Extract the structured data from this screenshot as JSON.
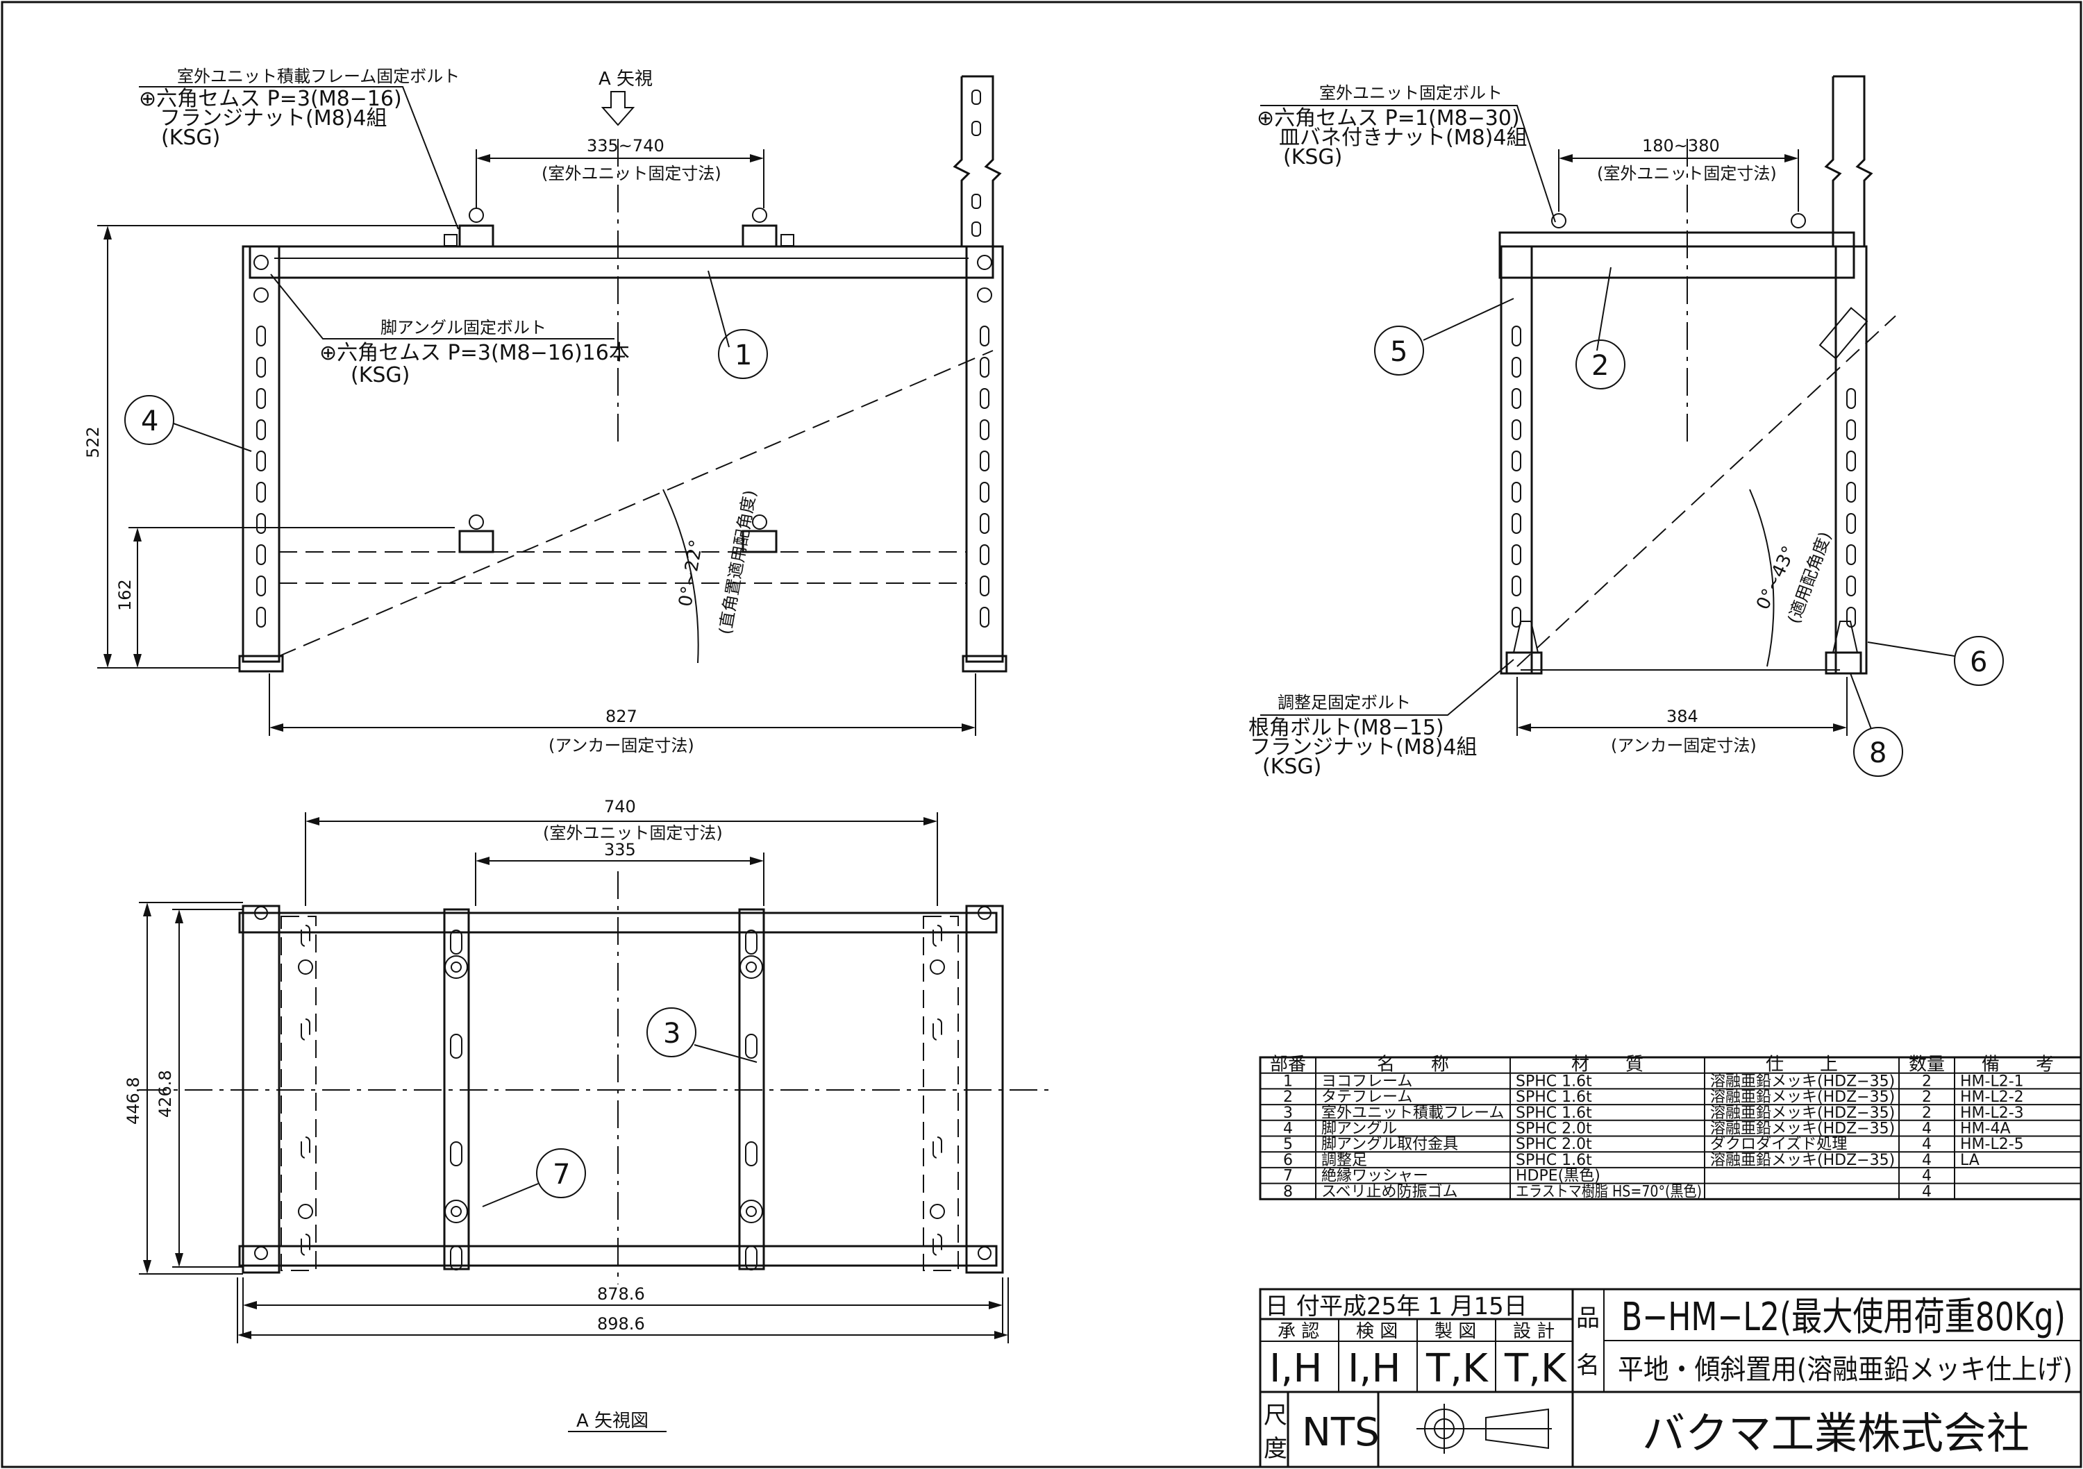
{
  "front_view": {
    "unit_bolt_label": "室外ユニット積載フレーム固定ボルト",
    "unit_bolt_spec1": "⊕六角セムス P=3(M8−16)",
    "unit_bolt_spec2": "フランジナット(M8)4組",
    "unit_bolt_spec3": "(KSG)",
    "arrow_view": "A 矢視",
    "dim_unit_range": "335~740",
    "dim_unit_caption": "(室外ユニット固定寸法)",
    "leg_bolt_label": "脚アングル固定ボルト",
    "leg_bolt_spec1": "⊕六角セムス P=3(M8−16)16本",
    "leg_bolt_spec2": "(KSG)",
    "dim_height": "522",
    "dim_low": "162",
    "angle_text": "0°~22°",
    "angle_caption": "(直角置適用配角度)",
    "dim_anchor": "827",
    "dim_anchor_caption": "(アンカー固定寸法)",
    "balloon_1": "1",
    "balloon_4": "4"
  },
  "side_view": {
    "unit_bolt_label": "室外ユニット固定ボルト",
    "unit_bolt_spec1": "⊕六角セムス P=1(M8−30)",
    "unit_bolt_spec2": "皿バネ付きナット(M8)4組",
    "unit_bolt_spec3": "(KSG)",
    "dim_unit_range": "180~380",
    "dim_unit_caption": "(室外ユニット固定寸法)",
    "angle_text": "0°~43°",
    "angle_caption": "(適用配角度)",
    "adj_bolt_label": "調整足固定ボルト",
    "adj_bolt_spec1": "根角ボルト(M8−15)",
    "adj_bolt_spec2": "フランジナット(M8)4組",
    "adj_bolt_spec3": "(KSG)",
    "dim_anchor": "384",
    "dim_anchor_caption": "(アンカー固定寸法)",
    "balloon_2": "2",
    "balloon_5": "5",
    "balloon_6": "6",
    "balloon_8": "8"
  },
  "plan_view": {
    "dim_740": "740",
    "dim_caption": "(室外ユニット固定寸法)",
    "dim_335": "335",
    "dim_446": "446.8",
    "dim_426": "426.8",
    "dim_878": "878.6",
    "dim_898": "898.6",
    "view_title": "A 矢視図",
    "balloon_3": "3",
    "balloon_7": "7"
  },
  "parts_table": {
    "headers": [
      "部番",
      "名　　称",
      "材　　質",
      "仕　　上",
      "数量",
      "備　　考"
    ],
    "rows": [
      [
        "1",
        "ヨコフレーム",
        "SPHC 1.6t",
        "溶融亜鉛メッキ(HDZ−35)",
        "2",
        "HM-L2-1"
      ],
      [
        "2",
        "タテフレーム",
        "SPHC 1.6t",
        "溶融亜鉛メッキ(HDZ−35)",
        "2",
        "HM-L2-2"
      ],
      [
        "3",
        "室外ユニット積載フレーム",
        "SPHC 1.6t",
        "溶融亜鉛メッキ(HDZ−35)",
        "2",
        "HM-L2-3"
      ],
      [
        "4",
        "脚アングル",
        "SPHC 2.0t",
        "溶融亜鉛メッキ(HDZ−35)",
        "4",
        "HM-4A"
      ],
      [
        "5",
        "脚アングル取付金具",
        "SPHC 2.0t",
        "ダクロダイズド処理",
        "4",
        "HM-L2-5"
      ],
      [
        "6",
        "調整足",
        "SPHC 1.6t",
        "溶融亜鉛メッキ(HDZ−35)",
        "4",
        "LA"
      ],
      [
        "7",
        "絶縁ワッシャー",
        "HDPE(黒色)",
        "",
        "4",
        ""
      ],
      [
        "8",
        "スベリ止め防振ゴム",
        "エラストマ樹脂 HS=70°(黒色)",
        "",
        "4",
        ""
      ]
    ]
  },
  "title_block": {
    "date_label": "日 付",
    "date_value": "平成25年 1 月15日",
    "roles": [
      "承 認",
      "検 図",
      "製 図",
      "設 計"
    ],
    "signatures": [
      "I,H",
      "I,H",
      "T,K",
      "T,K"
    ],
    "name_label_1": "品",
    "name_label_2": "名",
    "model": "B−HM−L2(最大使用荷重80Kg)",
    "description": "平地・傾斜置用(溶融亜鉛メッキ仕上げ)",
    "scale_label_1": "尺",
    "scale_label_2": "度",
    "scale_value": "NTS",
    "company": "バクマ工業株式会社"
  }
}
